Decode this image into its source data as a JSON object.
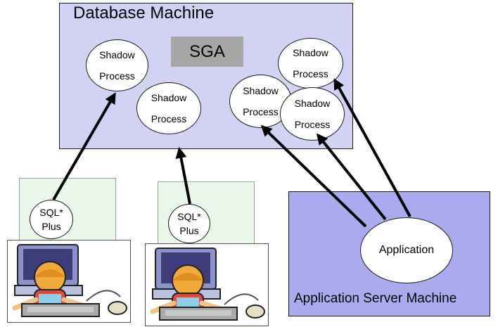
{
  "diagram": {
    "database_machine": {
      "title": "Database  Machine",
      "sga_label": "SGA"
    },
    "shadow_processes": [
      {
        "line1": "Shadow",
        "line2": "Process"
      },
      {
        "line1": "Shadow",
        "line2": "Process"
      },
      {
        "line1": "Shadow",
        "line2": "Process"
      },
      {
        "line1": "Shadow",
        "line2": "Process"
      },
      {
        "line1": "Shadow",
        "line2": "Process"
      }
    ],
    "clients": [
      {
        "line1": "SQL*",
        "line2": "Plus"
      },
      {
        "line1": "SQL*",
        "line2": "Plus"
      }
    ],
    "application_server": {
      "title": "Application Server Machine",
      "app_label": "Application"
    },
    "icons": [
      "user-at-computer-icon",
      "user-at-computer-icon"
    ],
    "colors": {
      "database_box": "#d2d2f4",
      "sga": "#a6a6a6",
      "app_server_box": "#aaaaee",
      "client_panel": "#e9f7ea"
    }
  }
}
